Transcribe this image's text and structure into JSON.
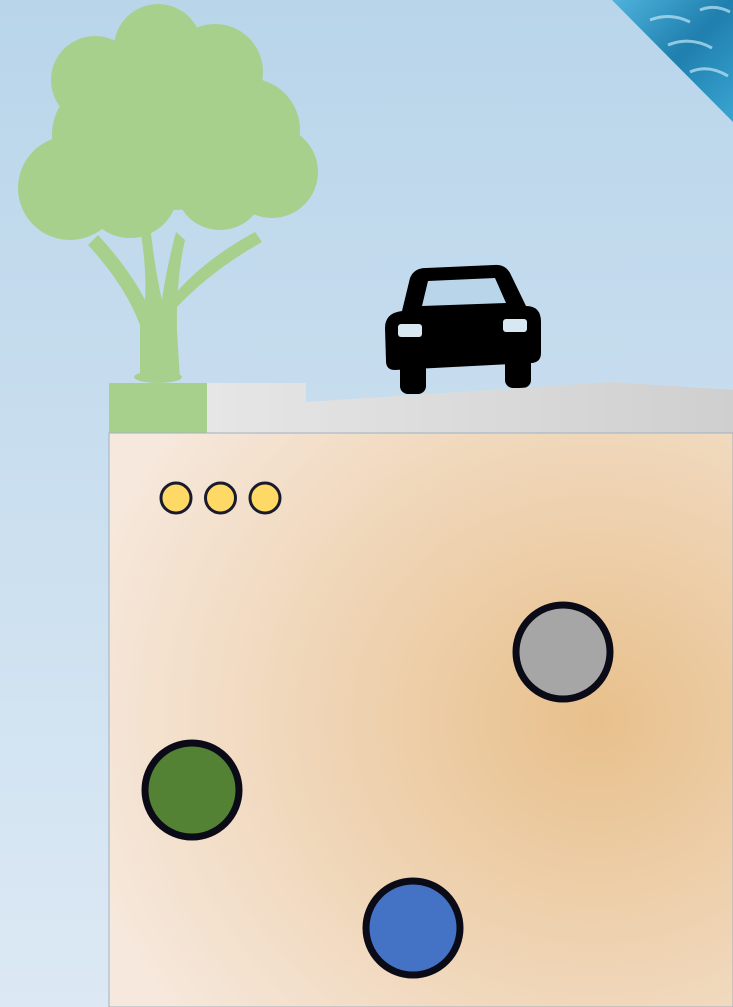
{
  "scene": {
    "sky_color_top": "#b9d5ea",
    "sky_color_bottom": "#dce9f4",
    "water_color": "#2a8fbf",
    "tree_color": "#a8d08d",
    "grass_color": "#a8d08d",
    "road_color": "#e0e0e0",
    "car_color": "#000000",
    "soil_color_light": "#f6e8dc",
    "soil_color_dark": "#e8c08c"
  },
  "indicator_dots": {
    "count": 3,
    "fill_color": "#ffd966",
    "stroke_color": "#1a1a2e"
  },
  "circles": [
    {
      "id": "gray",
      "fill_color": "#a6a6a6",
      "stroke_color": "#0b0b18"
    },
    {
      "id": "green",
      "fill_color": "#548235",
      "stroke_color": "#0b0b18"
    },
    {
      "id": "blue",
      "fill_color": "#4472c4",
      "stroke_color": "#0b0b18"
    }
  ],
  "icons": [
    "tree-icon",
    "car-icon"
  ]
}
